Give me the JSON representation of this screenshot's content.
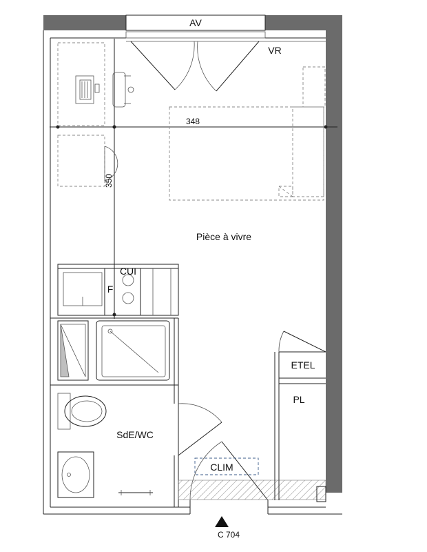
{
  "labels": {
    "av": "AV",
    "vr": "VR",
    "dim_width": "348",
    "dim_depth": "350",
    "living_room": "Pièce à vivre",
    "kitchen": "CUI",
    "fridge": "F",
    "bathroom": "SdE/WC",
    "etel": "ETEL",
    "closet": "PL",
    "clim": "CLIM",
    "unit_ref": "C 704"
  },
  "colors": {
    "wall": "#6b6b6b",
    "line": "#222222",
    "dashed": "#888888",
    "clim_dashed": "#3b5b8a"
  }
}
